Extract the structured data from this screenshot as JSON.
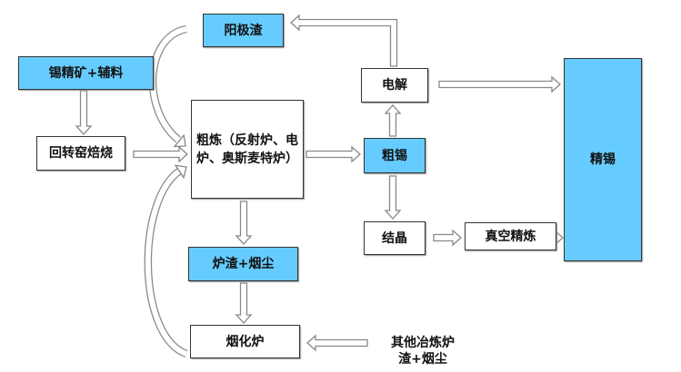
{
  "colors": {
    "highlight": "#66ccff",
    "border": "#333333",
    "arrow": "#888888"
  },
  "nodes": {
    "anode_slime": "阳极渣",
    "tin_concentrate": "锡精矿+辅料",
    "rotary_kiln": "回转窑焙烧",
    "rough_smelting": "粗炼（反射炉、电炉、奥斯麦特炉）",
    "electrolysis": "电解",
    "crude_tin": "粗锡",
    "crystallization": "结晶",
    "vacuum_refining": "真空精炼",
    "refined_tin": "精锡",
    "slag_dust": "炉渣+烟尘",
    "fuming_furnace": "烟化炉",
    "other_slag_line1": "其他冶炼炉",
    "other_slag_line2": "渣+烟尘"
  }
}
